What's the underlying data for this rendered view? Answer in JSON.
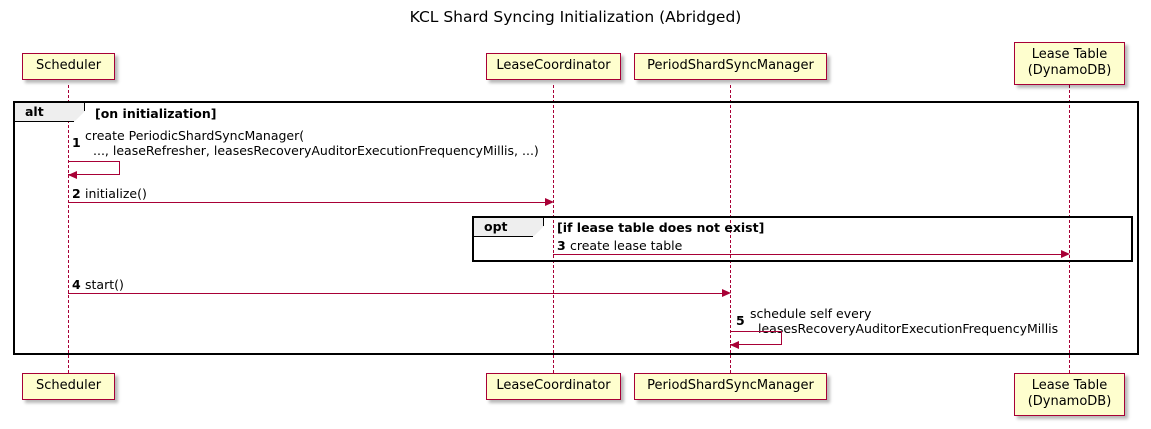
{
  "diagram": {
    "title": "KCL Shard Syncing Initialization (Abridged)",
    "type": "uml-sequence-diagram"
  },
  "colors": {
    "participant_fill": "#FEFECE",
    "participant_border": "#A80036",
    "lifeline": "#A80036",
    "arrow": "#A80036",
    "fragment_border": "#000000",
    "fragment_label_fill": "#EEEEEE",
    "background": "#FFFFFF"
  },
  "participants": [
    {
      "id": "scheduler",
      "label": "Scheduler",
      "lines": [
        "Scheduler"
      ]
    },
    {
      "id": "lease-coordinator",
      "label": "LeaseCoordinator",
      "lines": [
        "LeaseCoordinator"
      ]
    },
    {
      "id": "period-shard-sync-manager",
      "label": "PeriodShardSyncManager",
      "lines": [
        "PeriodShardSyncManager"
      ]
    },
    {
      "id": "lease-table",
      "label": "Lease Table (DynamoDB)",
      "lines": [
        "Lease Table",
        "(DynamoDB)"
      ]
    }
  ],
  "fragments": [
    {
      "id": "alt",
      "keyword": "alt",
      "guard": "[on initialization]"
    },
    {
      "id": "opt",
      "keyword": "opt",
      "guard": "[if lease table does not exist]"
    }
  ],
  "messages": [
    {
      "number": "1",
      "from": "scheduler",
      "to": "scheduler",
      "self": true,
      "lines": [
        "create PeriodicShardSyncManager(",
        "..., leaseRefresher, leasesRecoveryAuditorExecutionFrequencyMillis, ...)"
      ]
    },
    {
      "number": "2",
      "from": "scheduler",
      "to": "lease-coordinator",
      "self": false,
      "lines": [
        "initialize()"
      ]
    },
    {
      "number": "3",
      "from": "lease-coordinator",
      "to": "lease-table",
      "self": false,
      "lines": [
        "create lease table"
      ]
    },
    {
      "number": "4",
      "from": "scheduler",
      "to": "period-shard-sync-manager",
      "self": false,
      "lines": [
        "start()"
      ]
    },
    {
      "number": "5",
      "from": "period-shard-sync-manager",
      "to": "period-shard-sync-manager",
      "self": true,
      "lines": [
        "schedule self every",
        "leasesRecoveryAuditorExecutionFrequencyMillis"
      ]
    }
  ]
}
